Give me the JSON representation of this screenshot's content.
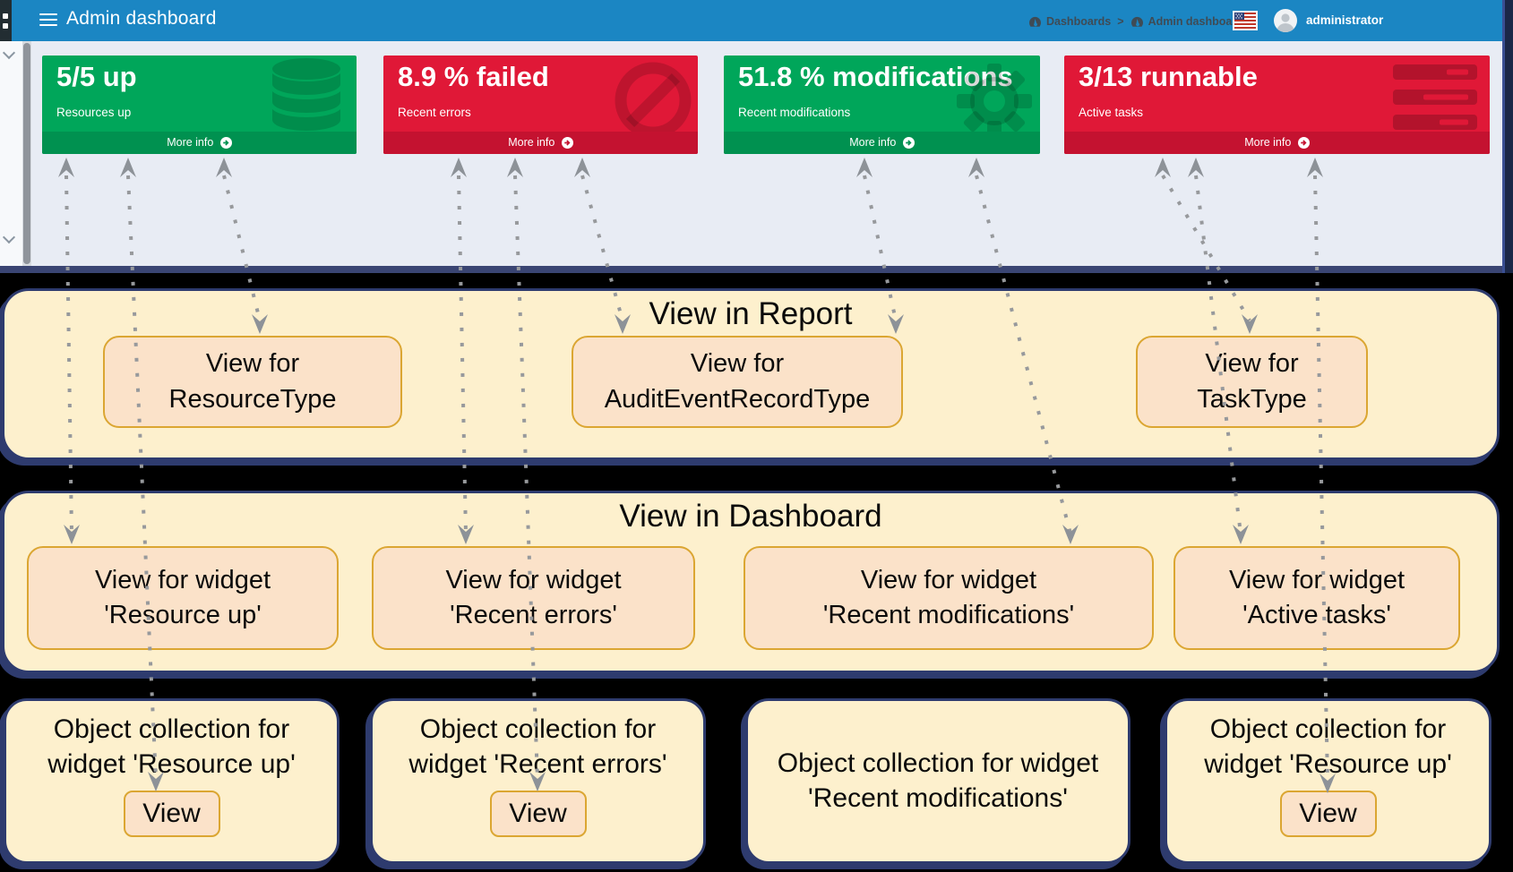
{
  "navbar": {
    "title": "Admin dashboard",
    "breadcrumb": [
      {
        "label": "Dashboards"
      },
      {
        "label": "Admin dashboard"
      }
    ],
    "separator": ">",
    "user": "administrator"
  },
  "widgets": [
    {
      "headline": "5/5 up",
      "subtitle": "Resources up",
      "more_label": "More info",
      "color": "#00a65a",
      "icon": "database-icon"
    },
    {
      "headline": "8.9 % failed",
      "subtitle": "Recent errors",
      "more_label": "More info",
      "color": "#e01837",
      "icon": "ban-icon"
    },
    {
      "headline": "51.8 % modifications",
      "subtitle": "Recent modifications",
      "more_label": "More info",
      "color": "#00a65a",
      "icon": "gear-icon"
    },
    {
      "headline": "3/13 runnable",
      "subtitle": "Active tasks",
      "more_label": "More info",
      "color": "#e01837",
      "icon": "tasks-icon"
    }
  ],
  "report_panel": {
    "title": "View in Report",
    "boxes": [
      {
        "label": "View for\nResourceType"
      },
      {
        "label": "View for\nAuditEventRecordType"
      },
      {
        "label": "View for\nTaskType"
      }
    ]
  },
  "dashboard_panel": {
    "title": "View in Dashboard",
    "boxes": [
      {
        "label": "View for widget\n'Resource up'"
      },
      {
        "label": "View for widget\n'Recent errors'"
      },
      {
        "label": "View for widget\n'Recent modifications'"
      },
      {
        "label": "View for widget\n'Active tasks'"
      }
    ]
  },
  "collections": [
    {
      "label": "Object collection for\nwidget 'Resource up'",
      "button": "View"
    },
    {
      "label": "Object collection for\nwidget 'Recent errors'",
      "button": "View"
    },
    {
      "label": "Object collection for widget\n'Recent modifications'",
      "button": ""
    },
    {
      "label": "Object collection for\nwidget 'Resource up'",
      "button": "View"
    }
  ],
  "colors": {
    "navbar": "#1b86c3",
    "panel_fill": "#fdf0cd",
    "box_fill": "#fbe2c9",
    "box_border": "#dba632",
    "panel_border": "#2e3b6e",
    "green": "#00a65a",
    "red": "#e01837"
  }
}
